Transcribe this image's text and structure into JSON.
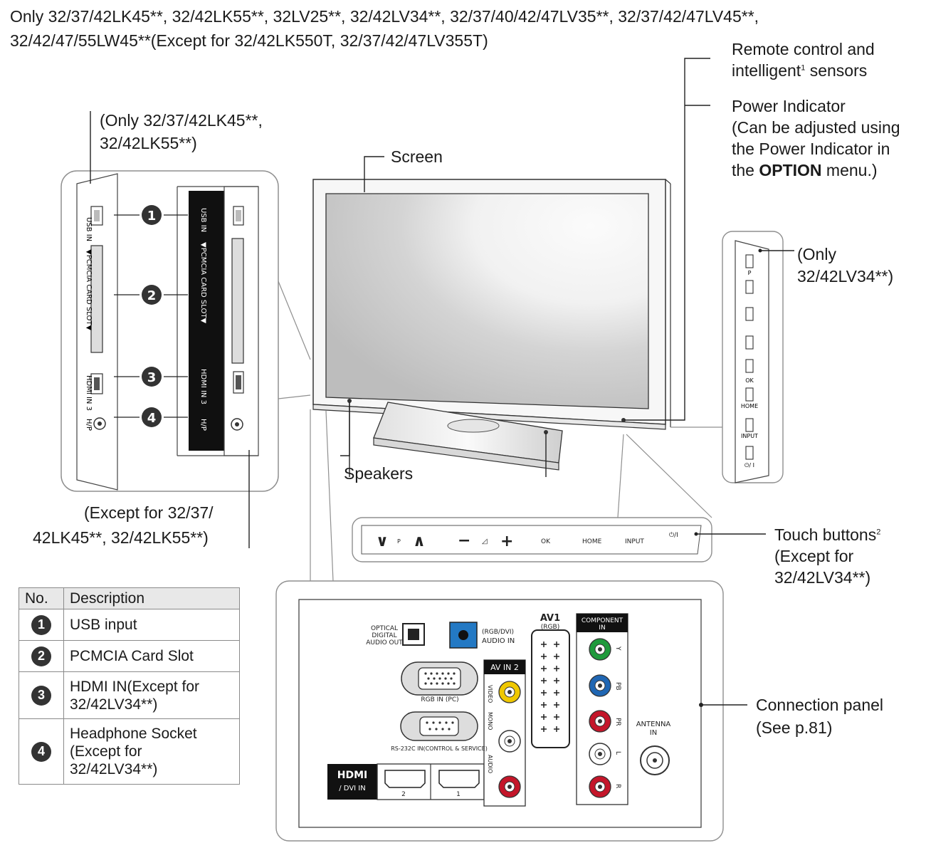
{
  "header": {
    "line1": "Only 32/37/42LK45**, 32/42LK55**, 32LV25**, 32/42LV34**, 32/37/40/42/47LV35**, 32/37/42/47LV45**,",
    "line2": "32/42/47/55LW45**(Except for 32/42LK550T, 32/37/42/47LV355T)"
  },
  "callouts": {
    "remote_sensor_1": "Remote control and",
    "remote_sensor_2": "intelligent",
    "remote_sensor_sup": "1",
    "remote_sensor_3": " sensors",
    "power_1": "Power Indicator",
    "power_2": "(Can be adjusted using",
    "power_3": "the Power Indicator in",
    "power_4a": "the ",
    "power_4b": "OPTION",
    "power_4c": " menu.)",
    "screen": "Screen",
    "speakers": "Speakers",
    "only_lk_1": "(Only 32/37/42LK45**,",
    "only_lk_2": "32/42LK55**)",
    "only_lv_1": "(Only",
    "only_lv_2": "32/42LV34**)",
    "except_lk_1": "(Except for 32/37/",
    "except_lk_2": "42LK45**, 32/42LK55**)",
    "touch_1": "Touch buttons",
    "touch_sup": "2",
    "touch_2": "(Except for",
    "touch_3": "32/42LV34**)",
    "conn_1": "Connection panel",
    "conn_2": "(See p.81)"
  },
  "side_panel": {
    "usb_in": "USB IN",
    "pcmcia": "▼PCMCIA CARD SLOT▼",
    "hdmi_in3": "HDMI IN 3",
    "headphone": "H/P",
    "markers": [
      "1",
      "2",
      "3",
      "4"
    ]
  },
  "side_buttons": {
    "p": "P",
    "ok": "OK",
    "home": "HOME",
    "input": "INPUT",
    "power": "⏻/ I"
  },
  "touch_bar": {
    "down": "∨",
    "p": "P",
    "up": "∧",
    "minus": "−",
    "vol": "◿",
    "plus": "+",
    "ok": "OK",
    "home": "HOME",
    "input": "INPUT",
    "power": "⏻/I"
  },
  "connection_panel": {
    "optical": [
      "OPTICAL",
      "DIGITAL",
      "AUDIO OUT"
    ],
    "rgb_audio": [
      "(RGB/DVI)",
      "AUDIO IN"
    ],
    "av1": "AV1",
    "av1_sub": "(RGB)",
    "component": [
      "COMPONENT",
      "IN"
    ],
    "av_in2": "AV IN 2",
    "rgb_in": "RGB IN (PC)",
    "rs232": "RS-232C IN(CONTROL & SERVICE)",
    "hdmi_logo": "HDMI",
    "dvi_in": "/ DVI IN",
    "hdmi_2": "2",
    "hdmi_1": "1",
    "video": "VIDEO",
    "mono": "MONO",
    "audio": "AUDIO",
    "comp_y": "Y",
    "comp_pb": "PB",
    "comp_pr": "PR",
    "comp_l": "L",
    "comp_r": "R",
    "antenna": [
      "ANTENNA",
      "IN"
    ]
  },
  "table": {
    "header_no": "No.",
    "header_desc": "Description",
    "rows": [
      {
        "num": "1",
        "desc": [
          "USB input"
        ]
      },
      {
        "num": "2",
        "desc": [
          "PCMCIA Card Slot"
        ]
      },
      {
        "num": "3",
        "desc": [
          "HDMI IN(Except for",
          "32/42LV34**)"
        ]
      },
      {
        "num": "4",
        "desc": [
          "Headphone Socket",
          "(Except for",
          "32/42LV34**)"
        ]
      }
    ]
  },
  "colors": {
    "line": "#3a3a3a",
    "panel_border": "#8f8f8f",
    "panel_bg": "#fafafa",
    "jack_green": "#1f9a3c",
    "jack_blue": "#1f66b3",
    "jack_red": "#c4162a",
    "jack_yellow": "#f0c800",
    "rgb_audio_blue": "#2379c4",
    "screen_gray": "#c9c9c9"
  }
}
